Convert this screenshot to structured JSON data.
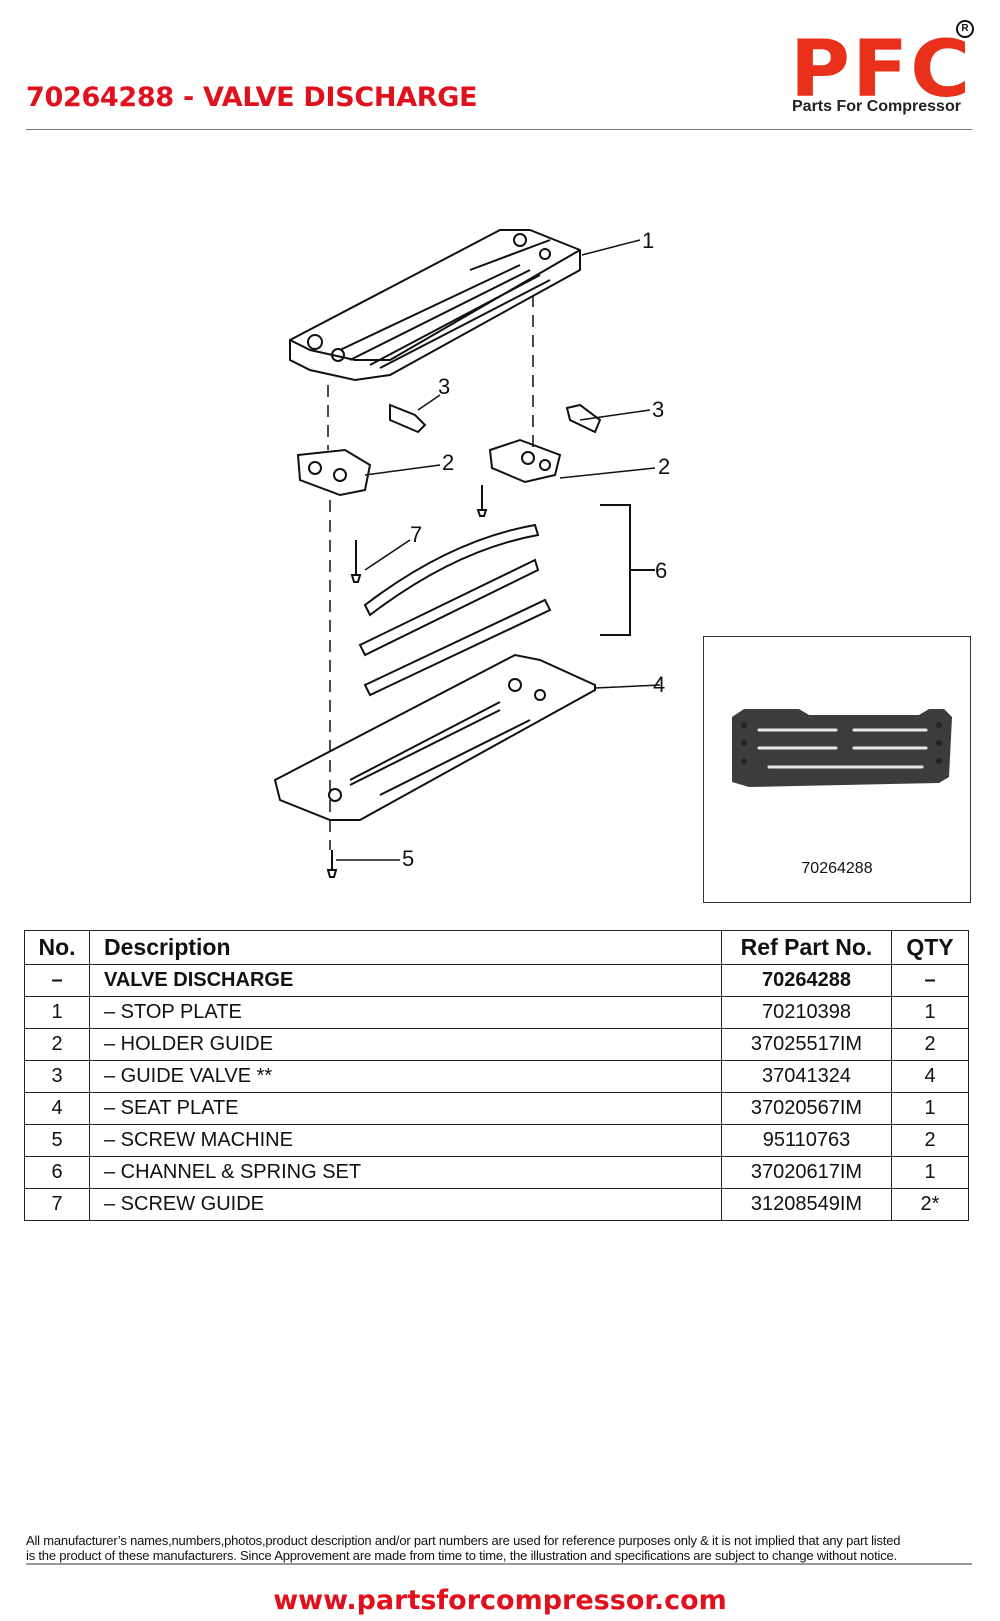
{
  "header": {
    "title": "70264288 - VALVE DISCHARGE",
    "logo_letters": "PFC",
    "logo_registered": "R",
    "logo_tagline": "Parts For Compressor"
  },
  "colors": {
    "title_red": "#e0101c",
    "logo_red": "#e8301a"
  },
  "diagram": {
    "callouts": [
      "1",
      "2",
      "2",
      "3",
      "3",
      "4",
      "5",
      "6",
      "7"
    ]
  },
  "photo": {
    "caption": "70264288"
  },
  "table": {
    "headers": {
      "no": "No.",
      "description": "Description",
      "ref": "Ref Part No.",
      "qty": "QTY"
    },
    "rows": [
      {
        "no": "–",
        "description": "VALVE DISCHARGE",
        "ref": "70264288",
        "qty": "–"
      },
      {
        "no": "1",
        "description": "– STOP PLATE",
        "ref": "70210398",
        "qty": "1"
      },
      {
        "no": "2",
        "description": "– HOLDER GUIDE",
        "ref": "37025517IM",
        "qty": "2"
      },
      {
        "no": "3",
        "description": "– GUIDE VALVE **",
        "ref": "37041324",
        "qty": "4"
      },
      {
        "no": "4",
        "description": "– SEAT PLATE",
        "ref": "37020567IM",
        "qty": "1"
      },
      {
        "no": "5",
        "description": "– SCREW MACHINE",
        "ref": "95110763",
        "qty": "2"
      },
      {
        "no": "6",
        "description": "– CHANNEL & SPRING SET",
        "ref": "37020617IM",
        "qty": "1"
      },
      {
        "no": "7",
        "description": "– SCREW GUIDE",
        "ref": "31208549IM",
        "qty": "2*"
      }
    ]
  },
  "footer": {
    "disclaimer_line1": "All manufacturer’s names,numbers,photos,product description and/or part numbers are used for reference purposes only & it is not implied that any part listed",
    "disclaimer_line2": "is the product of these manufacturers.  Since Approvement are made from time to time,  the illustration and specifications are subject to change without notice.",
    "website": "www.partsforcompressor.com"
  }
}
